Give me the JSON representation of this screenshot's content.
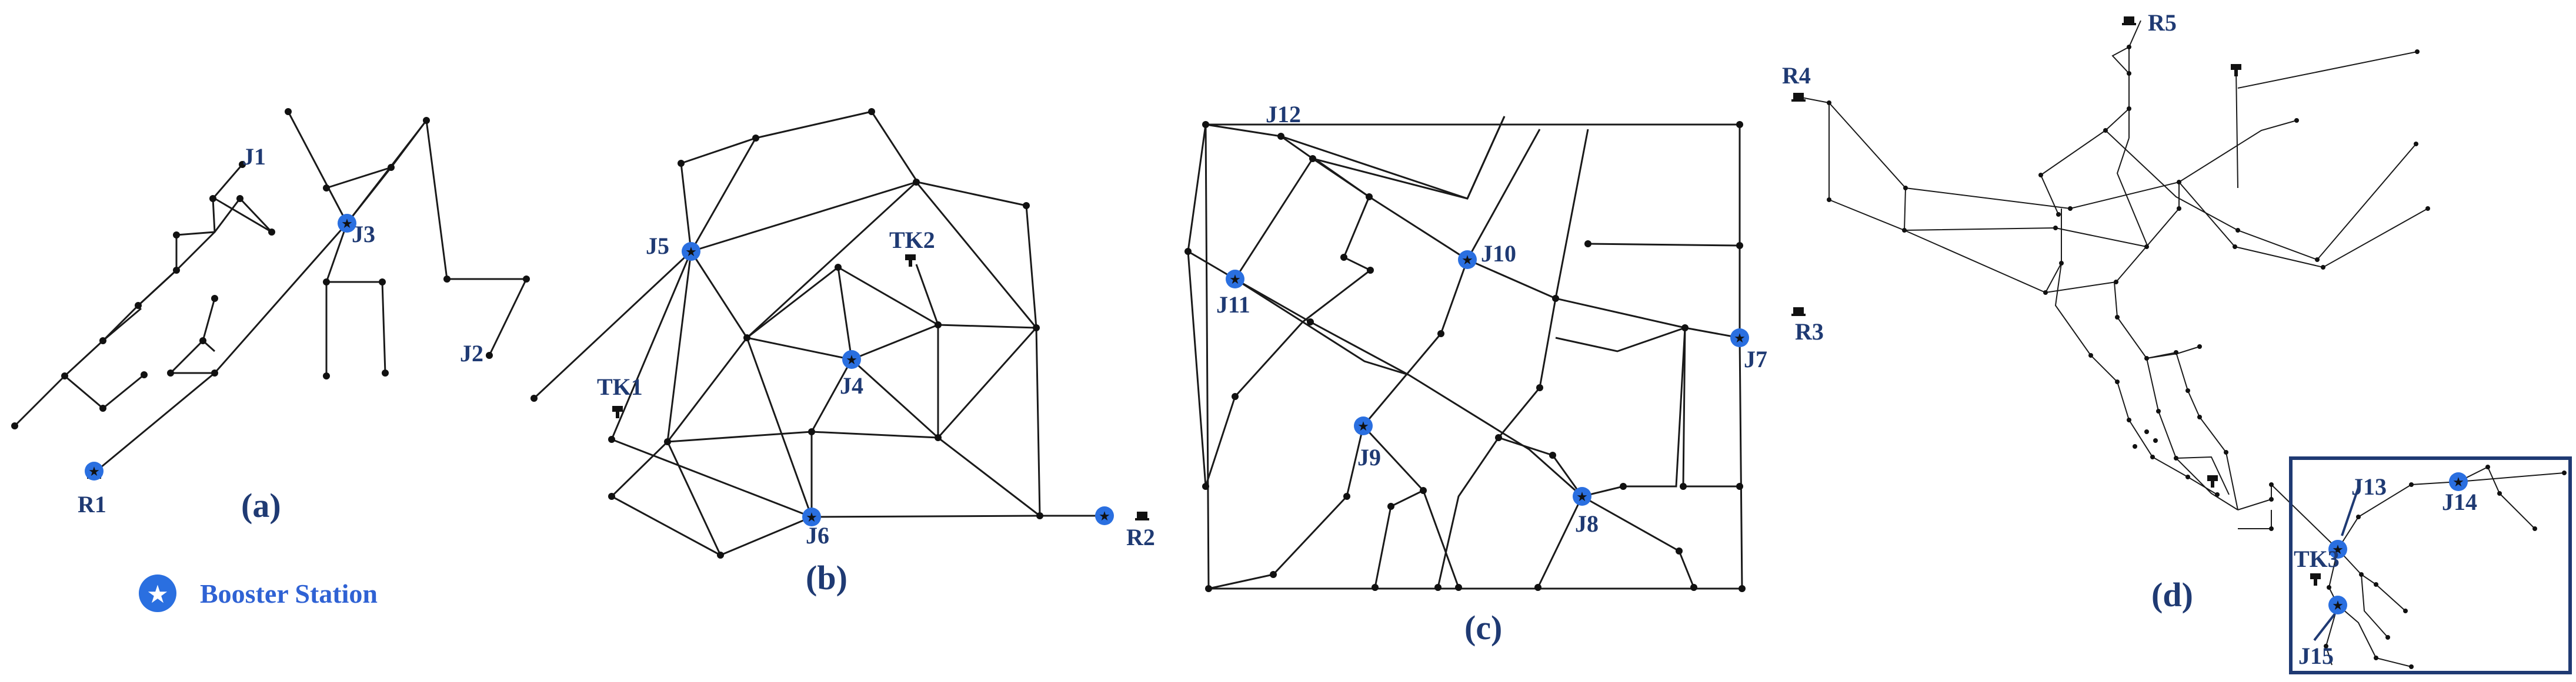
{
  "colors": {
    "label": "#1f3a73",
    "booster": "#2a6fe0",
    "pipe": "#1a1a1a"
  },
  "legend": {
    "label": "Booster Station"
  },
  "panel_labels": [
    "(a)",
    "(b)",
    "(c)",
    "(d)"
  ],
  "node_labels": {
    "a": [
      "J1",
      "J2",
      "J3",
      "R1"
    ],
    "b": [
      "J4",
      "J5",
      "J6",
      "TK1",
      "TK2",
      "R2"
    ],
    "c": [
      "J7",
      "J8",
      "J9",
      "J10",
      "J11",
      "J12",
      "R3"
    ],
    "d": [
      "J13",
      "J14",
      "J15",
      "TK3",
      "R4",
      "R5"
    ]
  }
}
